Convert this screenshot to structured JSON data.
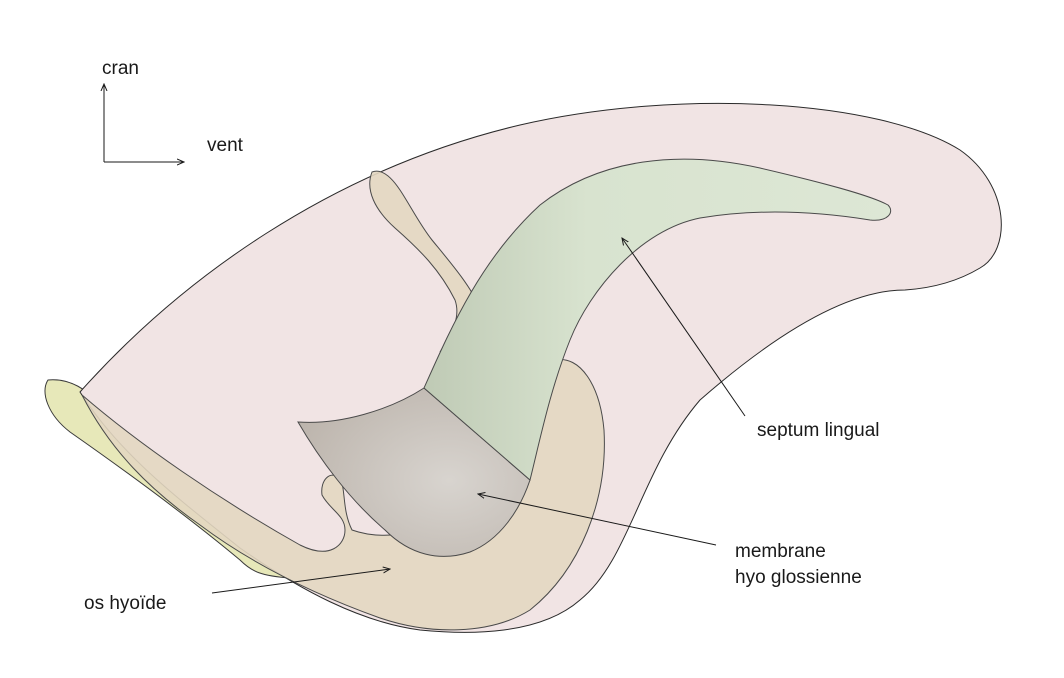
{
  "orientation": {
    "up_label": "cran",
    "right_label": "vent"
  },
  "labels": {
    "septum": "septum lingual",
    "membrane_line1": "membrane",
    "membrane_line2": "hyo glossienne",
    "hyoid": "os hyoïde"
  },
  "colors": {
    "tongue_body": "#f1e4e4",
    "hyoid_bone": "#e3d7c1",
    "hyoid_tip": "#e7e7b8",
    "septum": "#d7e2cf",
    "membrane": "#cfc7c0",
    "outline": "#3a3a3a"
  }
}
